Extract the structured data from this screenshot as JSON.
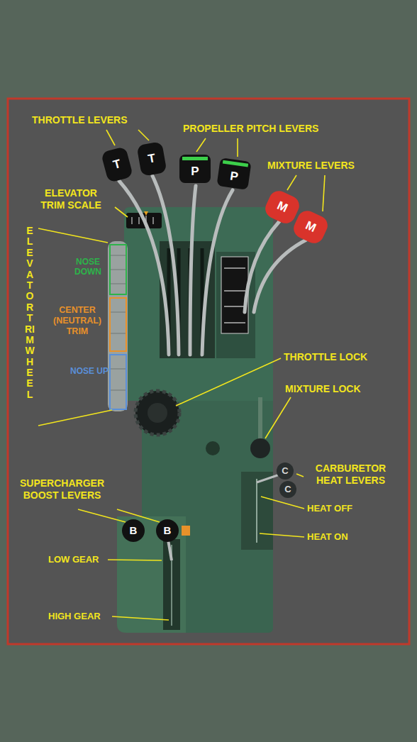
{
  "diagram": {
    "labels": [
      "THROTTLE LEVERS",
      "PROPELLER PITCH LEVERS",
      "MIXTURE LEVERS",
      "ELEVATOR TRIM SCALE",
      "ELEVATOR TRIM WHEEL",
      "NOSE DOWN",
      "CENTER (NEUTRAL) TRIM",
      "NOSE UP",
      "THROTTLE LOCK",
      "MIXTURE LOCK",
      "CARBURETOR HEAT LEVERS",
      "HEAT OFF",
      "HEAT ON",
      "SUPERCHARGER BOOST LEVERS",
      "LOW GEAR",
      "HIGH GEAR",
      "T",
      "T",
      "P",
      "P",
      "M",
      "M",
      "B",
      "B",
      "C",
      "C"
    ]
  }
}
